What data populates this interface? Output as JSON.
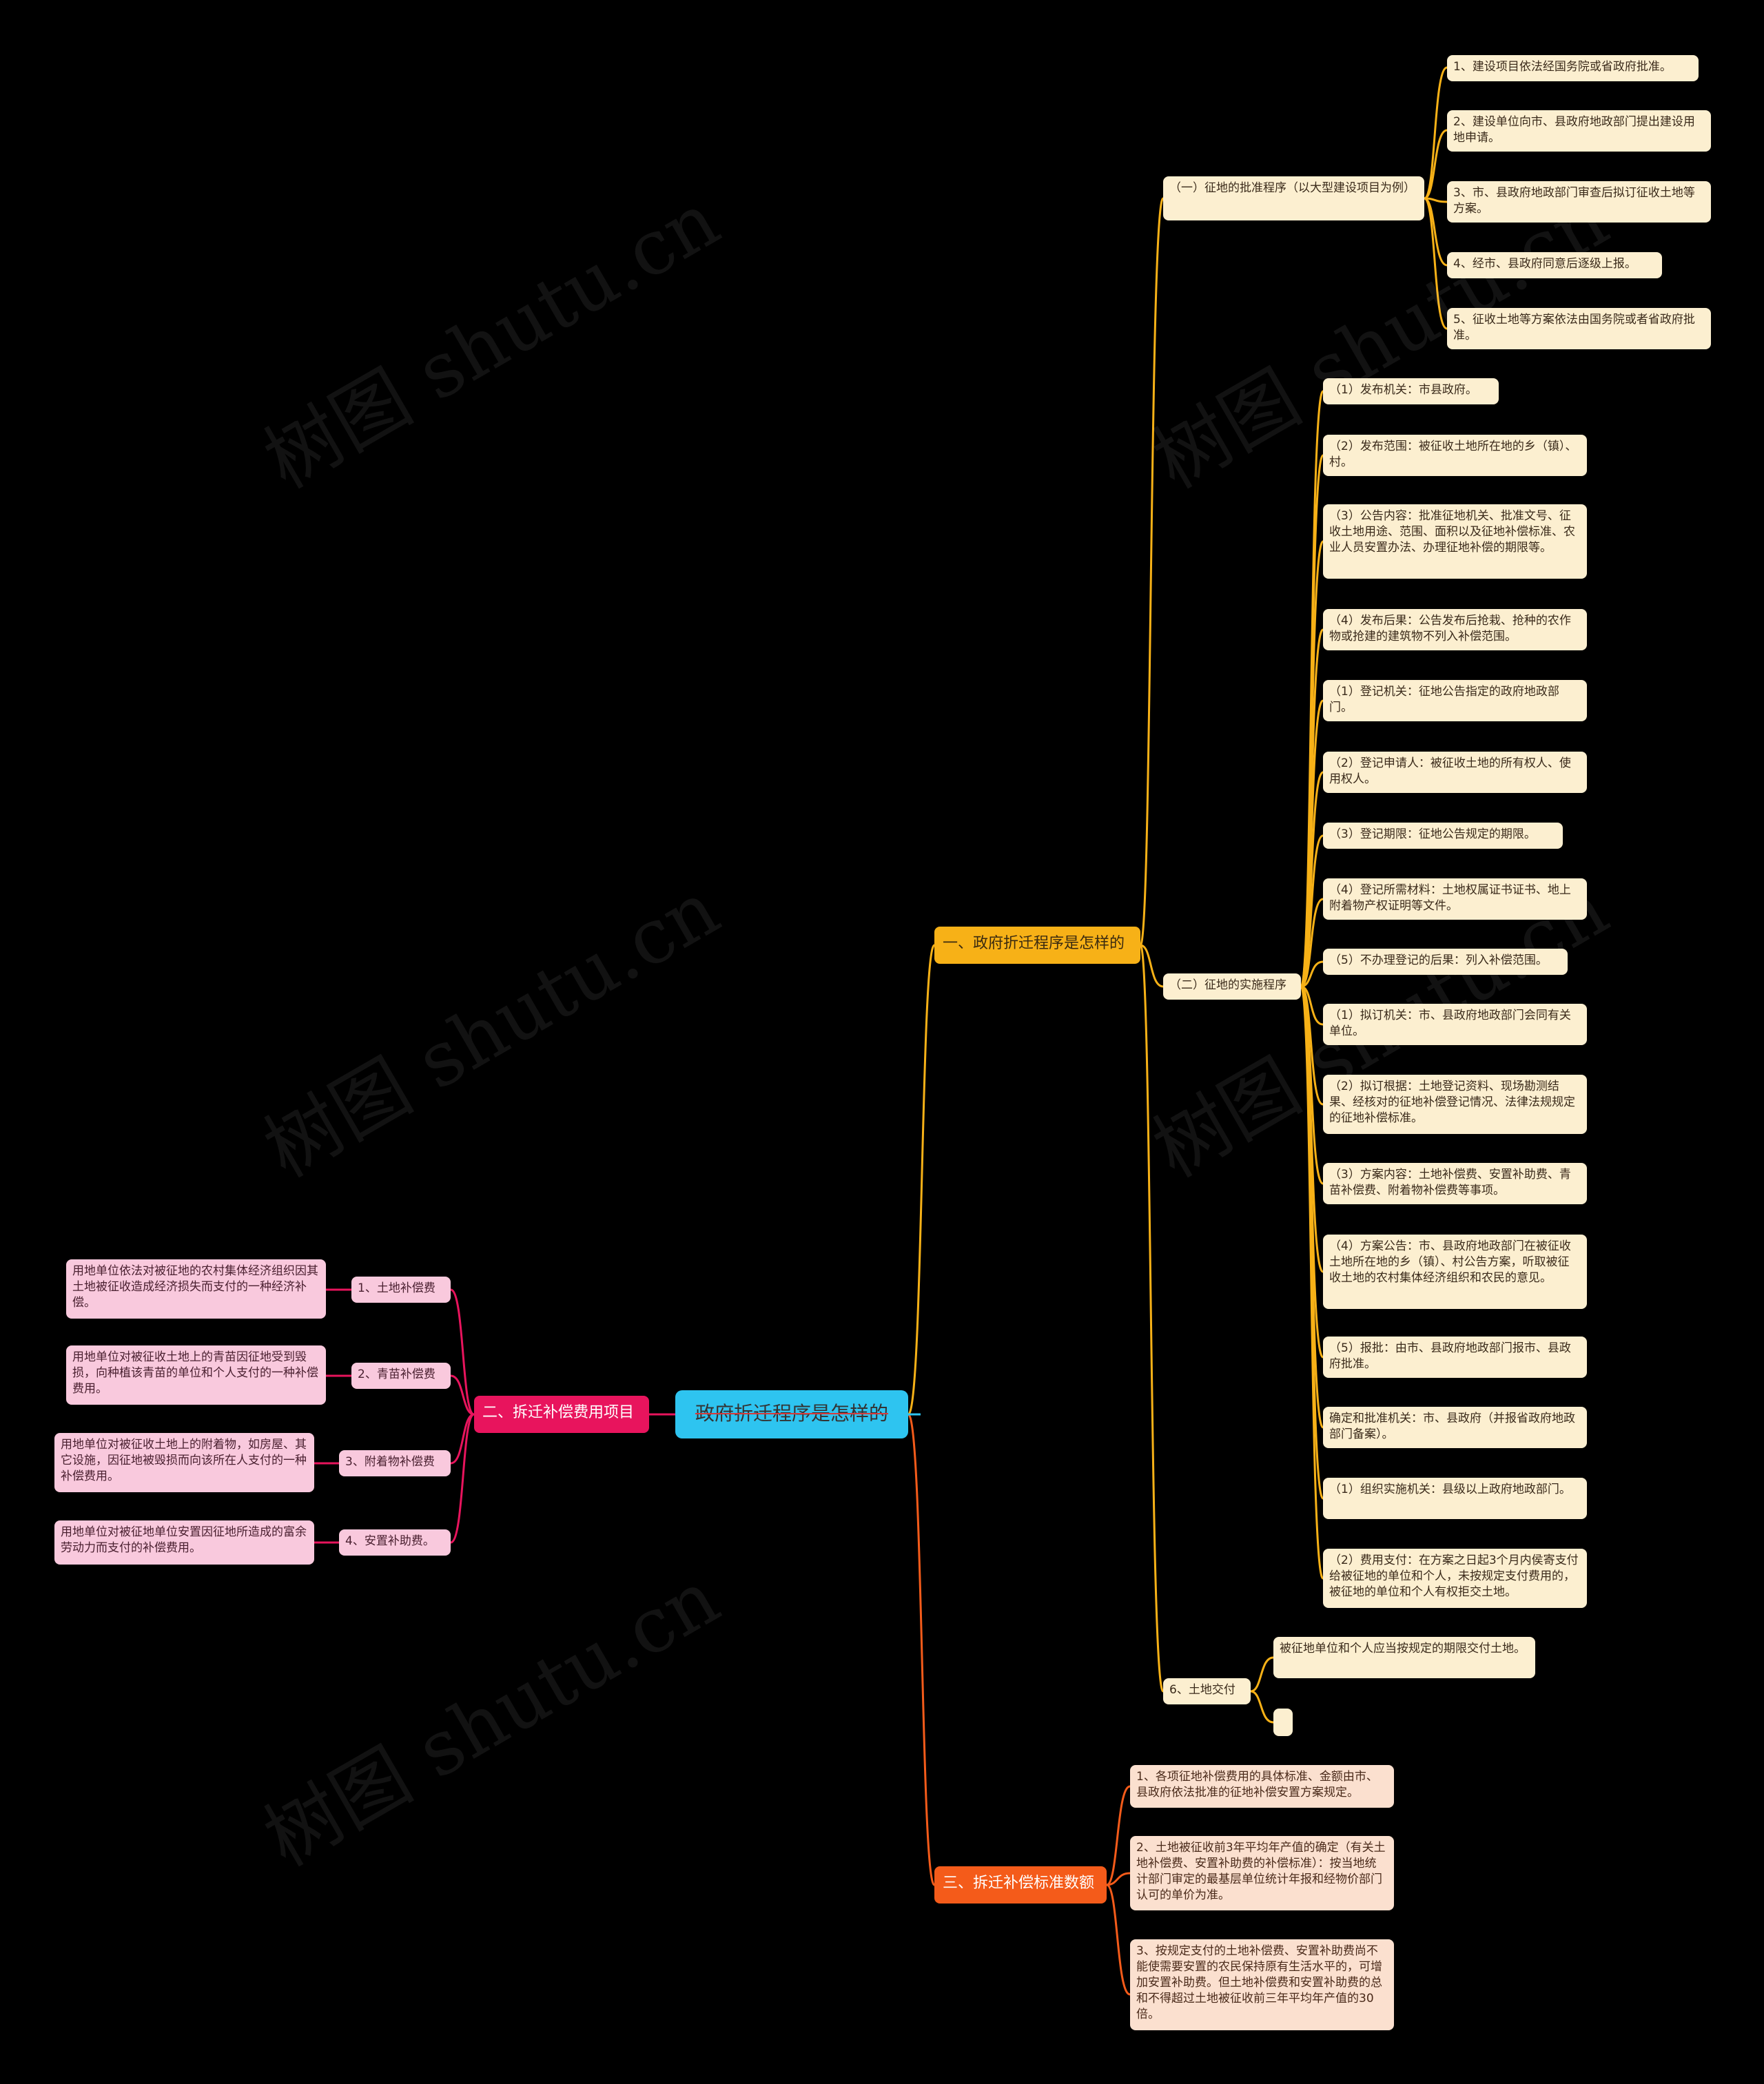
{
  "root": "政府折迁程序是怎样的",
  "branch1": {
    "label": "一、政府折迁程序是怎样的",
    "approval": {
      "label": "（一）征地的批准程序（以大型建设项目为例）",
      "steps": [
        "1、建设项目依法经国务院或省政府批准。",
        "2、建设单位向市、县政府地政部门提出建设用地申请。",
        "3、市、县政府地政部门审查后拟订征收土地等方案。",
        "4、经市、县政府同意后逐级上报。",
        "5、征收土地等方案依法由国务院或者省政府批准。"
      ]
    },
    "implementation": {
      "label": "（二）征地的实施程序",
      "items": [
        "（1）发布机关：市县政府。",
        "（2）发布范围：被征收土地所在地的乡（镇）、村。",
        "（3）公告内容：批准征地机关、批准文号、征收土地用途、范围、面积以及征地补偿标准、农业人员安置办法、办理征地补偿的期限等。",
        "（4）发布后果：公告发布后抢栽、抢种的农作物或抢建的建筑物不列入补偿范围。",
        "（1）登记机关：征地公告指定的政府地政部门。",
        "（2）登记申请人：被征收土地的所有权人、使用权人。",
        "（3）登记期限：征地公告规定的期限。",
        "（4）登记所需材料：土地权属证书证书、地上附着物产权证明等文件。",
        "（5）不办理登记的后果：列入补偿范围。",
        "（1）拟订机关：市、县政府地政部门会同有关单位。",
        "（2）拟订根据：土地登记资料、现场勘测结果、经核对的征地补偿登记情况、法律法规规定的征地补偿标准。",
        "（3）方案内容：土地补偿费、安置补助费、青苗补偿费、附着物补偿费等事项。",
        "（4）方案公告：市、县政府地政部门在被征收土地所在地的乡（镇）、村公告方案，听取被征收土地的农村集体经济组织和农民的意见。",
        "（5）报批：由市、县政府地政部门报市、县政府批准。",
        "确定和批准机关：市、县政府（并报省政府地政部门备案）。",
        "（1）组织实施机关：县级以上政府地政部门。",
        "（2）费用支付：在方案之日起3个月内侯寄支付给被征地的单位和个人，未按规定支付费用的，被征地的单位和个人有权拒交土地。"
      ]
    },
    "delivery": {
      "label": "6、土地交付",
      "items": [
        "被征地单位和个人应当按规定的期限交付土地。",
        ""
      ]
    }
  },
  "branch2": {
    "label": "二、拆迁补偿费用项目",
    "items": [
      {
        "label": "1、土地补偿费",
        "detail": "用地单位依法对被征地的农村集体经济组织因其土地被征收造成经济损失而支付的一种经济补偿。"
      },
      {
        "label": "2、青苗补偿费",
        "detail": "用地单位对被征收土地上的青苗因征地受到毁损，向种植该青苗的单位和个人支付的一种补偿费用。"
      },
      {
        "label": "3、附着物补偿费",
        "detail": "用地单位对被征收土地上的附着物，如房屋、其它设施，因征地被毁损而向该所在人支付的一种补偿费用。"
      },
      {
        "label": "4、安置补助费。",
        "detail": "用地单位对被征地单位安置因征地所造成的富余劳动力而支付的补偿费用。"
      }
    ]
  },
  "branch3": {
    "label": "三、拆迁补偿标准数额",
    "items": [
      "1、各项征地补偿费用的具体标准、金额由市、县政府依法批准的征地补偿安置方案规定。",
      "2、土地被征收前3年平均年产值的确定（有关土地补偿费、安置补助费的补偿标准）：按当地统计部门审定的最基层单位统计年报和经物价部门认可的单价为准。",
      "3、按规定支付的土地补偿费、安置补助费尚不能使需要安置的农民保持原有生活水平的，可增加安置补助费。但土地补偿费和安置补助费的总和不得超过土地被征收前三年平均年产值的30倍。"
    ]
  },
  "watermark": "树图 shutu.cn",
  "colors": {
    "root": "#2ec4f0",
    "branch1": "#f7b117",
    "branch2": "#e8145d",
    "branch3": "#f45b1a",
    "yellow_leaf": "#fcefd0",
    "pink_leaf": "#f9c9dd",
    "orange_leaf": "#fbe0cf"
  }
}
